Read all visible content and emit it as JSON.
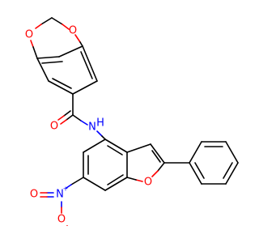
{
  "colors": {
    "carbon_bond": "#000000",
    "oxygen": "#ff0000",
    "nitrogen": "#0000ff"
  },
  "atoms": {
    "dioxole_o_top": "O",
    "dioxole_o_bottom": "O",
    "carbonyl_o": "O",
    "amide_n": "N",
    "amide_h": "H",
    "furan_o": "O",
    "nitro_n": "N",
    "nitro_n_charge": "+",
    "nitro_o_left": "O",
    "nitro_o_bottom": "O",
    "nitro_o_charge": "-"
  }
}
